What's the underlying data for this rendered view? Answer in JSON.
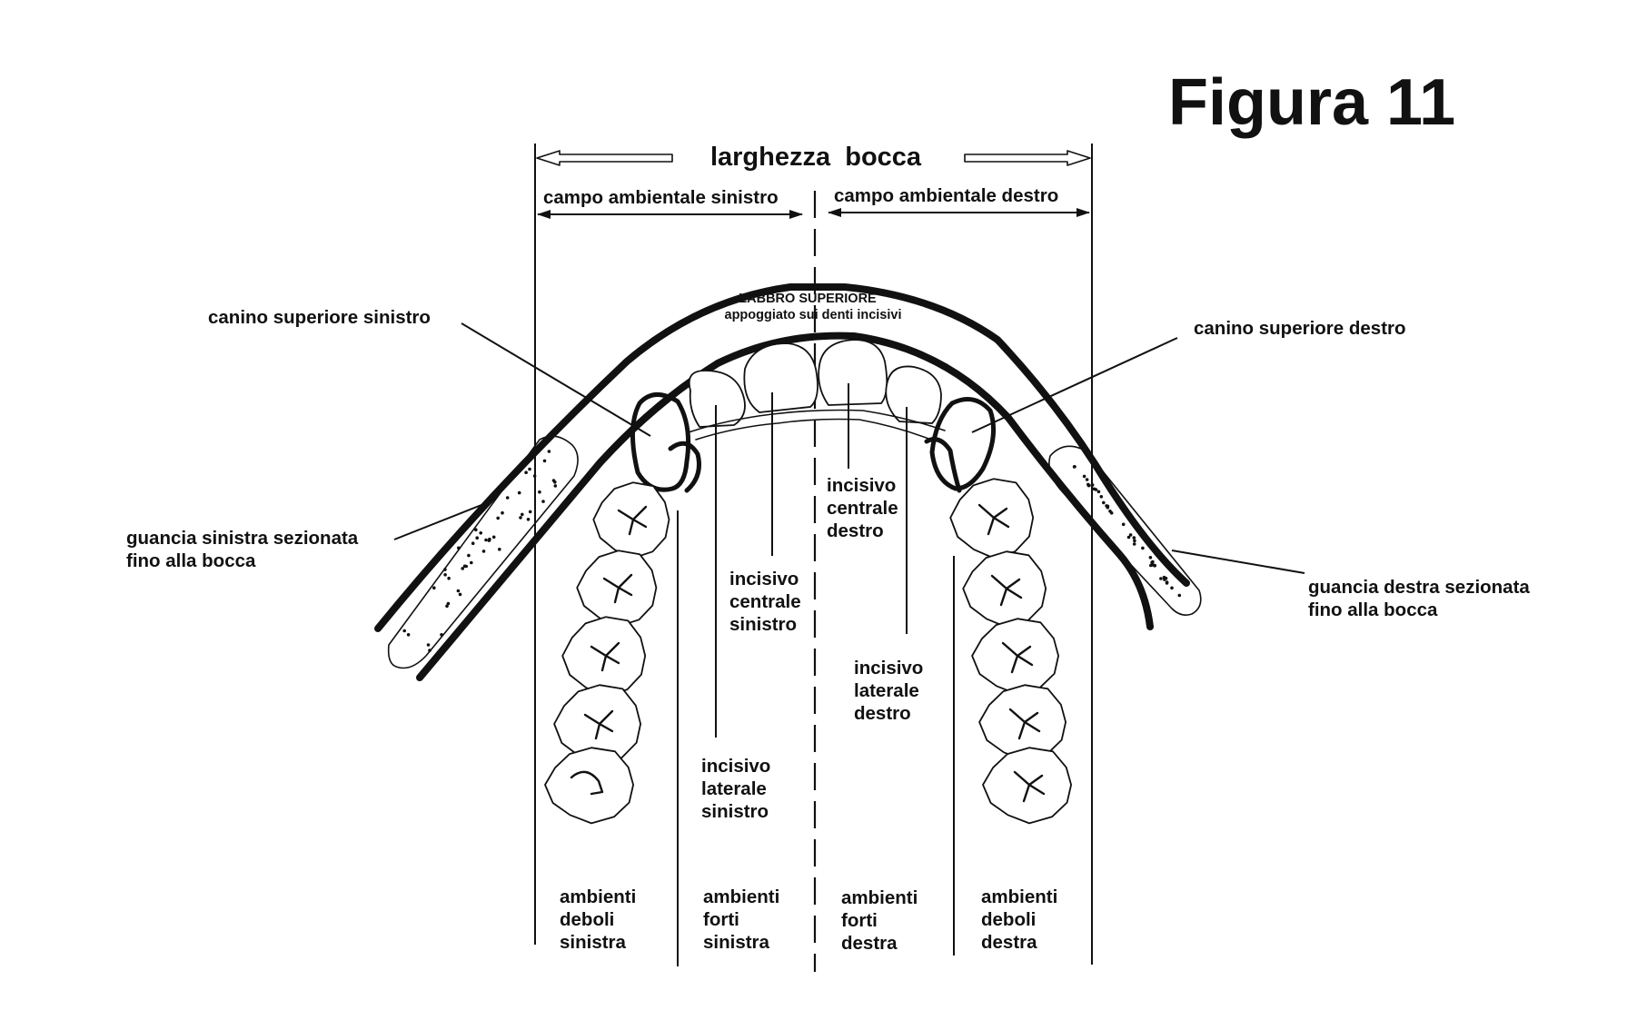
{
  "figure": {
    "title": "Figura 11",
    "mouth_width": "larghezza  bocca",
    "left_field": "campo ambientale sinistro",
    "right_field": "campo ambientale destro",
    "upper_lip": {
      "line1": "LABBRO SUPERIORE",
      "line2": "appoggiato sui denti incisivi"
    },
    "labels": {
      "canine_left": "canino superiore sinistro",
      "canine_right": "canino superiore destro",
      "cheek_left": [
        "guancia sinistra sezionata",
        "fino alla bocca"
      ],
      "cheek_right": [
        "guancia destra sezionata",
        "fino alla bocca"
      ],
      "central_right": [
        "incisivo",
        "centrale",
        "destro"
      ],
      "central_left": [
        "incisivo",
        "centrale",
        "sinistro"
      ],
      "lateral_right": [
        "incisivo",
        "laterale",
        "destro"
      ],
      "lateral_left": [
        "incisivo",
        "laterale",
        "sinistro"
      ]
    },
    "zones": [
      [
        "ambienti",
        "deboli",
        "sinistra"
      ],
      [
        "ambienti",
        "forti",
        "sinistra"
      ],
      [
        "ambienti",
        "forti",
        "destra"
      ],
      [
        "ambienti",
        "deboli",
        "destra"
      ]
    ]
  }
}
